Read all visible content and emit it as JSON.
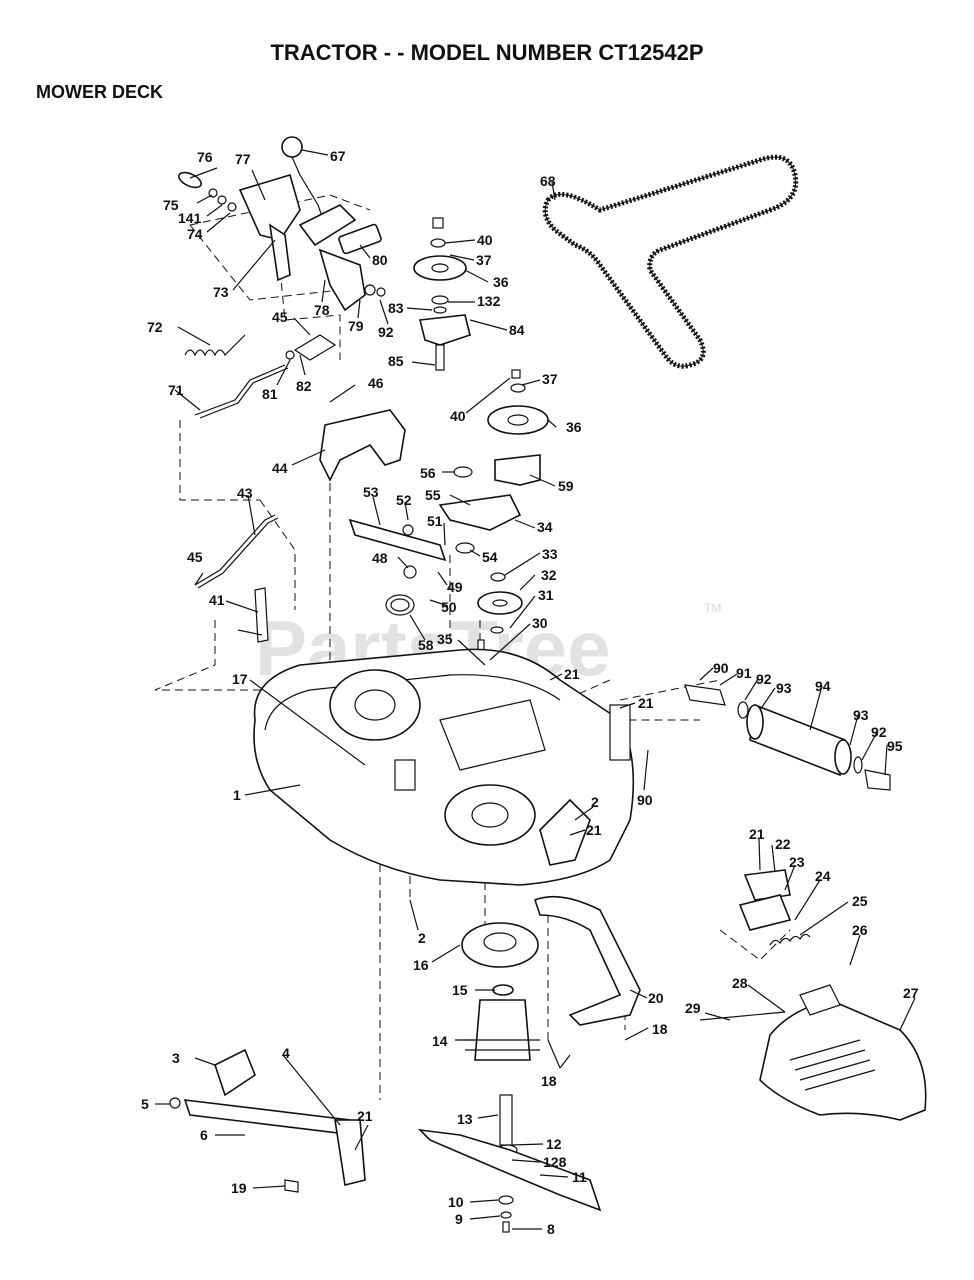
{
  "header": {
    "title": "TRACTOR - - MODEL NUMBER CT12542P",
    "section": "MOWER DECK"
  },
  "watermark": {
    "text": "PartsTree",
    "tm": "TM"
  },
  "callouts": {
    "c76": "76",
    "c77": "77",
    "c67": "67",
    "c75": "75",
    "c141": "141",
    "c74": "74",
    "c73": "73",
    "c80": "80",
    "c78": "78",
    "c79": "79",
    "c92a": "92",
    "c72": "72",
    "c45a": "45",
    "c81": "81",
    "c82": "82",
    "c71": "71",
    "c40a": "40",
    "c37a": "37",
    "c36a": "36",
    "c83": "83",
    "c132": "132",
    "c84": "84",
    "c85": "85",
    "c68": "68",
    "c46": "46",
    "c44": "44",
    "c37b": "37",
    "c40b": "40",
    "c36b": "36",
    "c56": "56",
    "c59": "59",
    "c55": "55",
    "c43": "43",
    "c53": "53",
    "c52": "52",
    "c51": "51",
    "c34": "34",
    "c48": "48",
    "c54": "54",
    "c33": "33",
    "c49": "49",
    "c32": "32",
    "c45b": "45",
    "c50": "50",
    "c31": "31",
    "c41": "41",
    "c58": "58",
    "c30": "30",
    "c35": "35",
    "c21a": "21",
    "c21b": "21",
    "c17": "17",
    "c90a": "90",
    "c91": "91",
    "c92b": "92",
    "c93a": "93",
    "c94": "94",
    "c93b": "93",
    "c92c": "92",
    "c95": "95",
    "c90b": "90",
    "c1": "1",
    "c2a": "2",
    "c21c": "21",
    "c21d": "21",
    "c22": "22",
    "c23": "23",
    "c24": "24",
    "c25": "25",
    "c2b": "2",
    "c16": "16",
    "c26": "26",
    "c15": "15",
    "c20": "20",
    "c28": "28",
    "c27": "27",
    "c29": "29",
    "c14": "14",
    "c18a": "18",
    "c18b": "18",
    "c3": "3",
    "c4": "4",
    "c5": "5",
    "c21e": "21",
    "c6": "6",
    "c13": "13",
    "c12": "12",
    "c128": "128",
    "c11": "11",
    "c19": "19",
    "c10": "10",
    "c9": "9",
    "c8": "8"
  }
}
